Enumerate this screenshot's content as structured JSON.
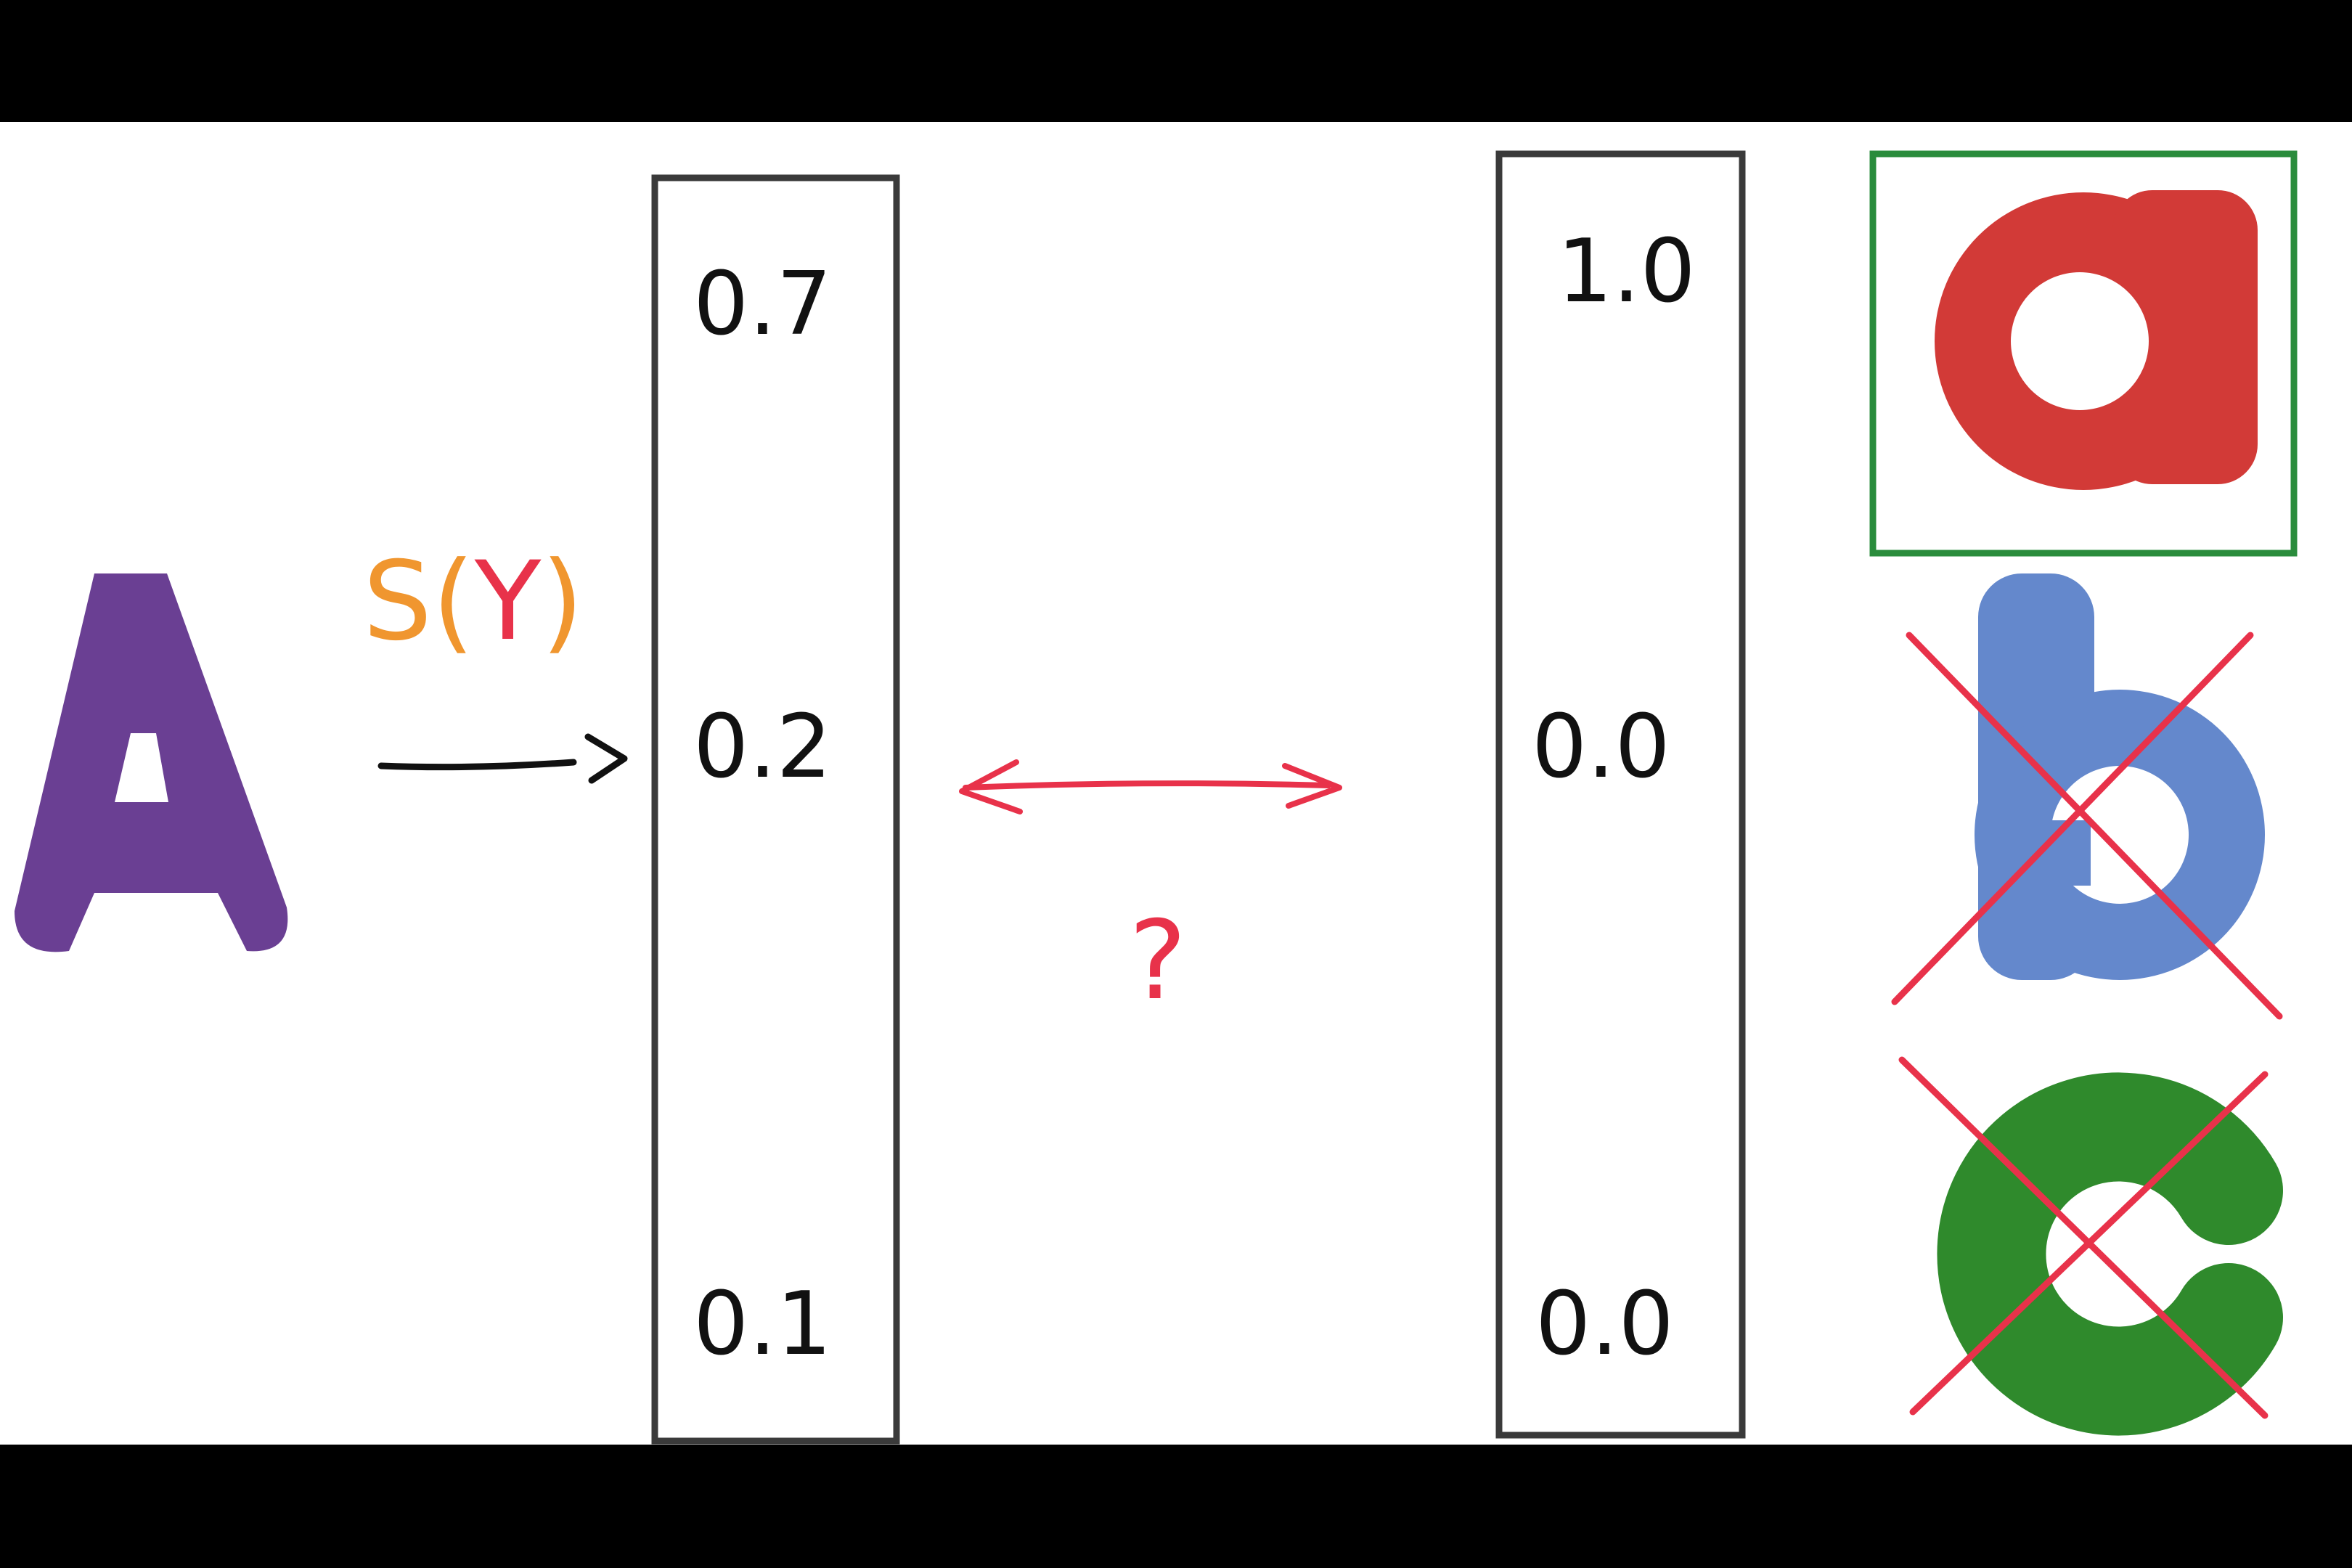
{
  "colors": {
    "background": "#ffffff",
    "letterbox": "#000000",
    "box_stroke": "#3a3a3a",
    "ink": "#111111",
    "purple_letter": "#6a3f93",
    "red_letter": "#d23a37",
    "blue_letter": "#6488cc",
    "green_letter": "#2f8a2c",
    "orange_label": "#f0962f",
    "red_mark": "#e8324a",
    "green_box": "#2a8c3c"
  },
  "input_letter": "A",
  "function_label": {
    "prefix": "S(",
    "variable": "Y",
    "suffix": ")"
  },
  "left_vector": {
    "values": [
      "0.7",
      "0.2",
      "0.1"
    ]
  },
  "comparison": {
    "question": "?"
  },
  "right_vector": {
    "values": [
      "1.0",
      "0.0",
      "0.0"
    ]
  },
  "candidates": [
    {
      "letter": "a",
      "status": "selected",
      "color_key": "red_letter"
    },
    {
      "letter": "b",
      "status": "crossed",
      "color_key": "blue_letter"
    },
    {
      "letter": "c",
      "status": "crossed",
      "color_key": "green_letter"
    }
  ]
}
